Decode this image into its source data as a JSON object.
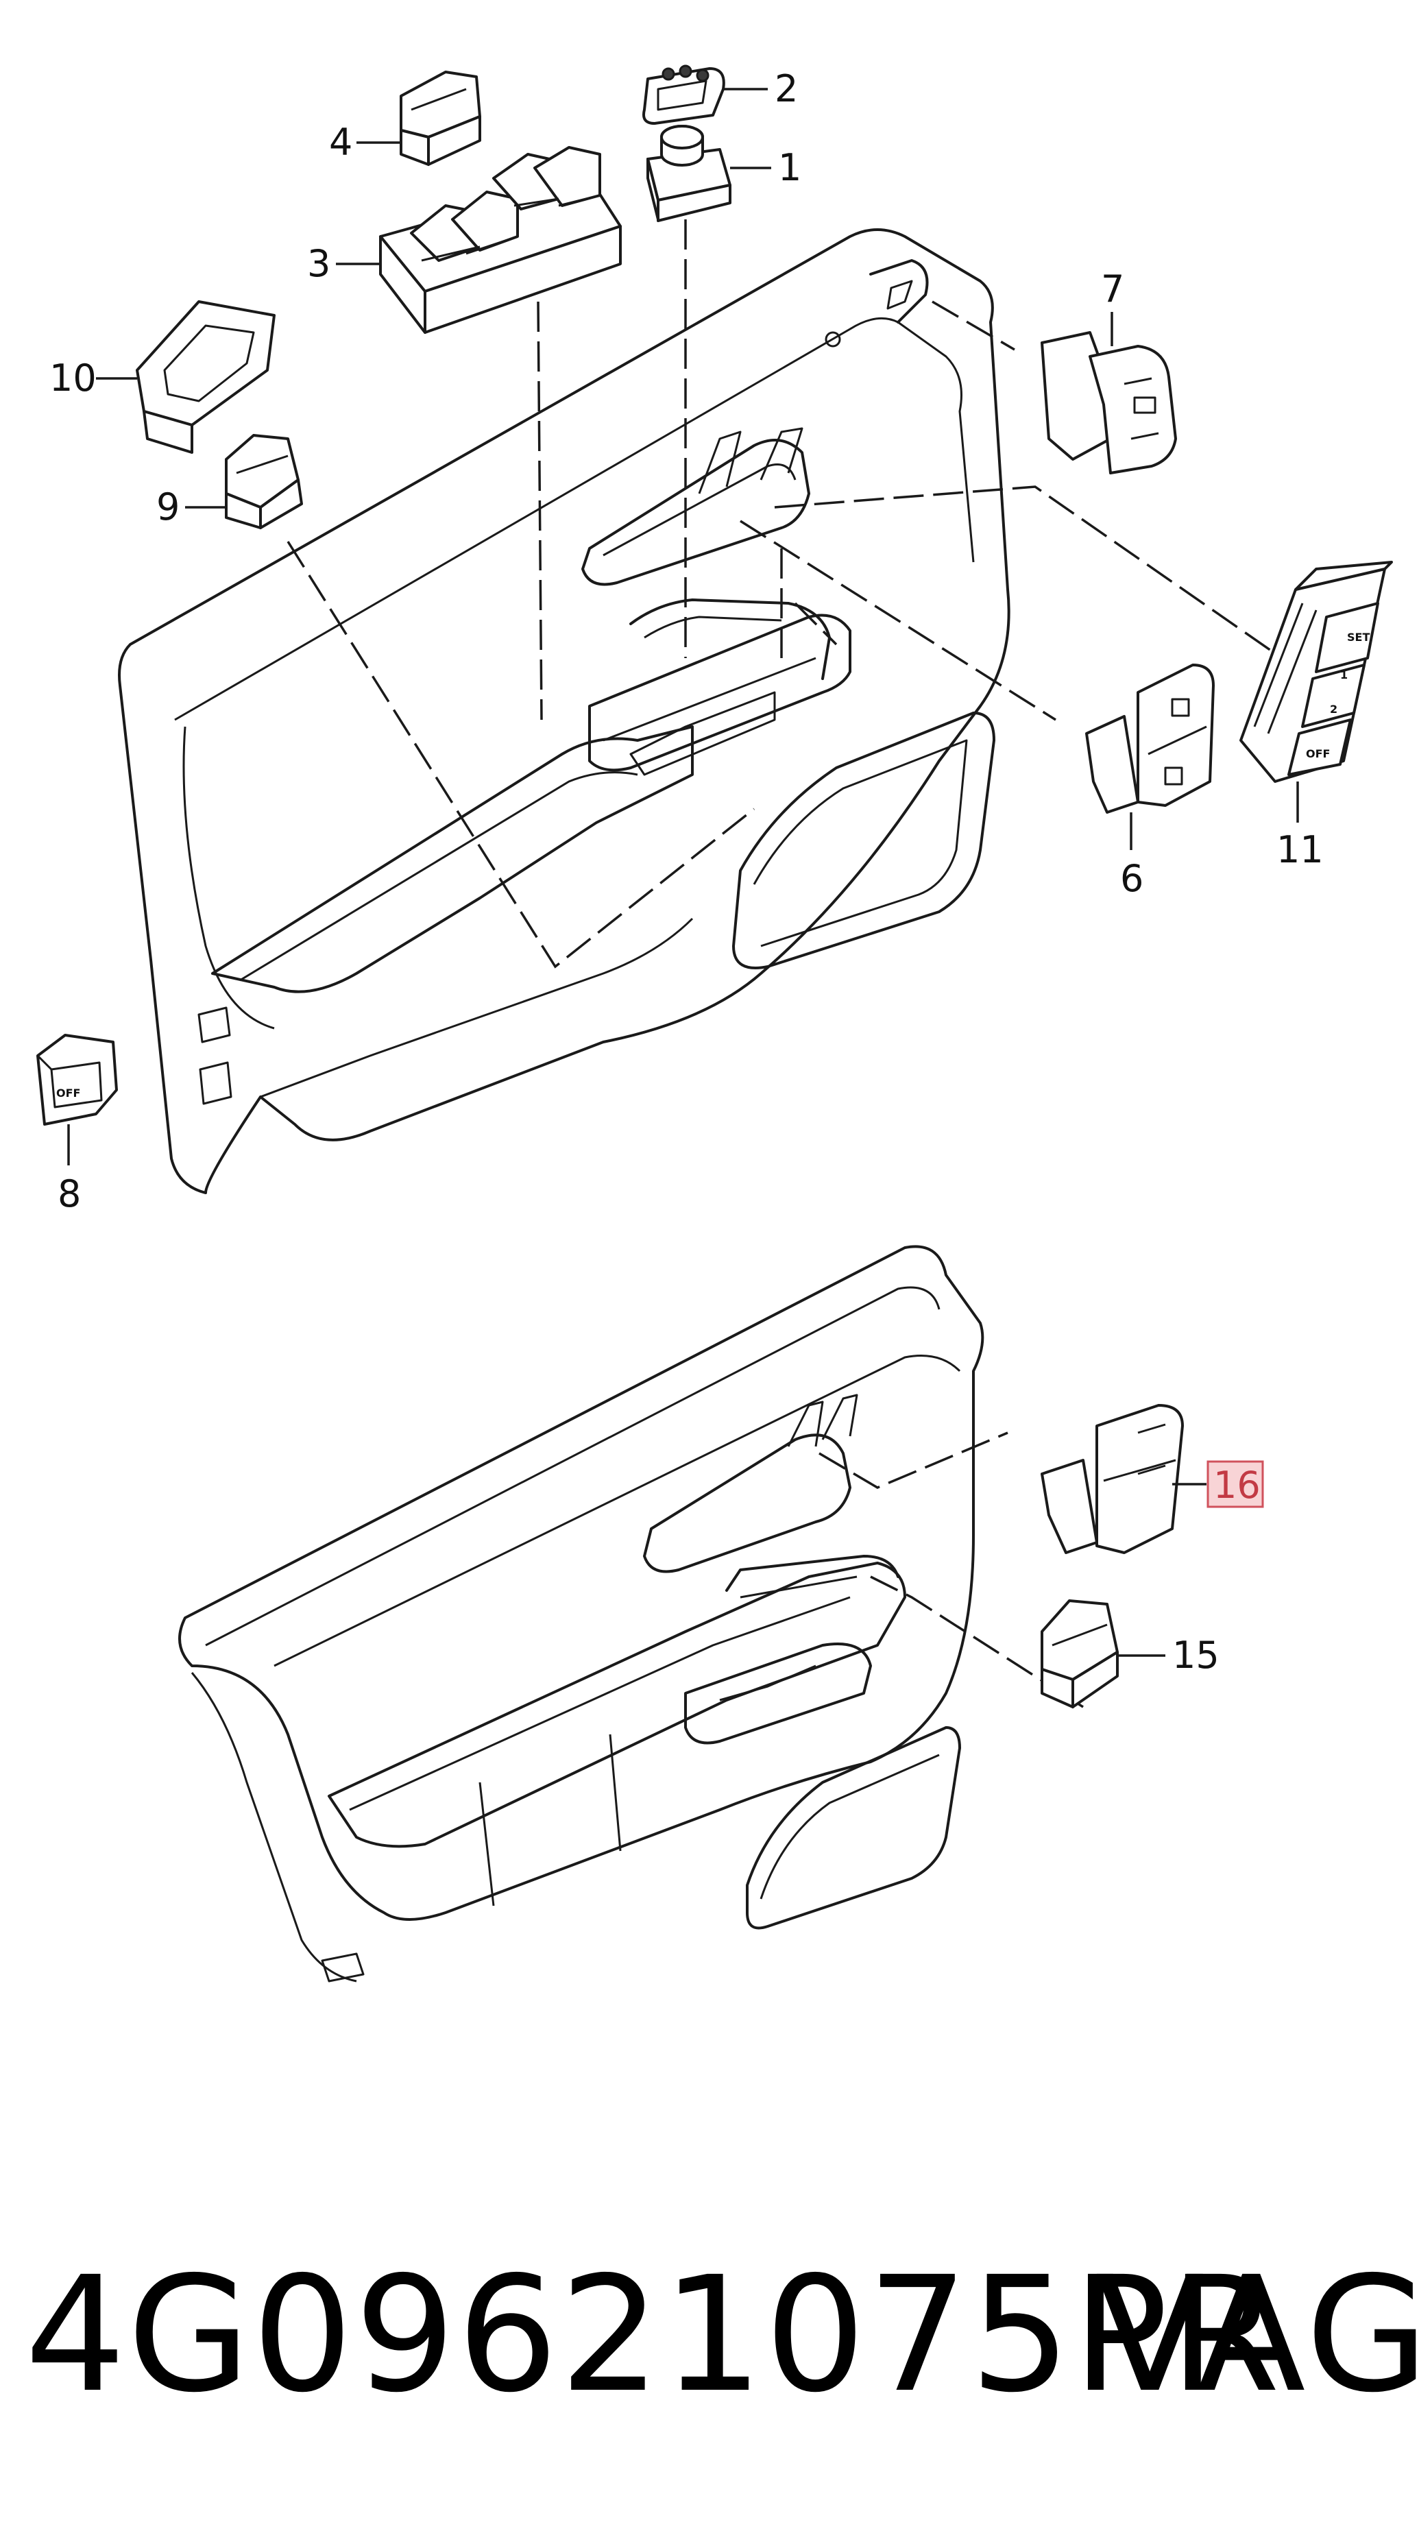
{
  "diagram": {
    "callouts": [
      {
        "id": "1",
        "label": "1",
        "highlighted": false
      },
      {
        "id": "2",
        "label": "2",
        "highlighted": false
      },
      {
        "id": "3",
        "label": "3",
        "highlighted": false
      },
      {
        "id": "4",
        "label": "4",
        "highlighted": false
      },
      {
        "id": "6",
        "label": "6",
        "highlighted": false
      },
      {
        "id": "7",
        "label": "7",
        "highlighted": false
      },
      {
        "id": "8",
        "label": "8",
        "highlighted": false
      },
      {
        "id": "9",
        "label": "9",
        "highlighted": false
      },
      {
        "id": "10",
        "label": "10",
        "highlighted": false
      },
      {
        "id": "11",
        "label": "11",
        "highlighted": false
      },
      {
        "id": "15",
        "label": "15",
        "highlighted": false
      },
      {
        "id": "16",
        "label": "16",
        "highlighted": true
      }
    ],
    "switch_labels": {
      "set": "SET",
      "one": "1",
      "two": "2",
      "off": "OFF",
      "off_small": "OFF"
    },
    "highlight_color": "#c23a44"
  },
  "footer": {
    "part_number": "4G09621075PR",
    "brand": "VAG"
  }
}
